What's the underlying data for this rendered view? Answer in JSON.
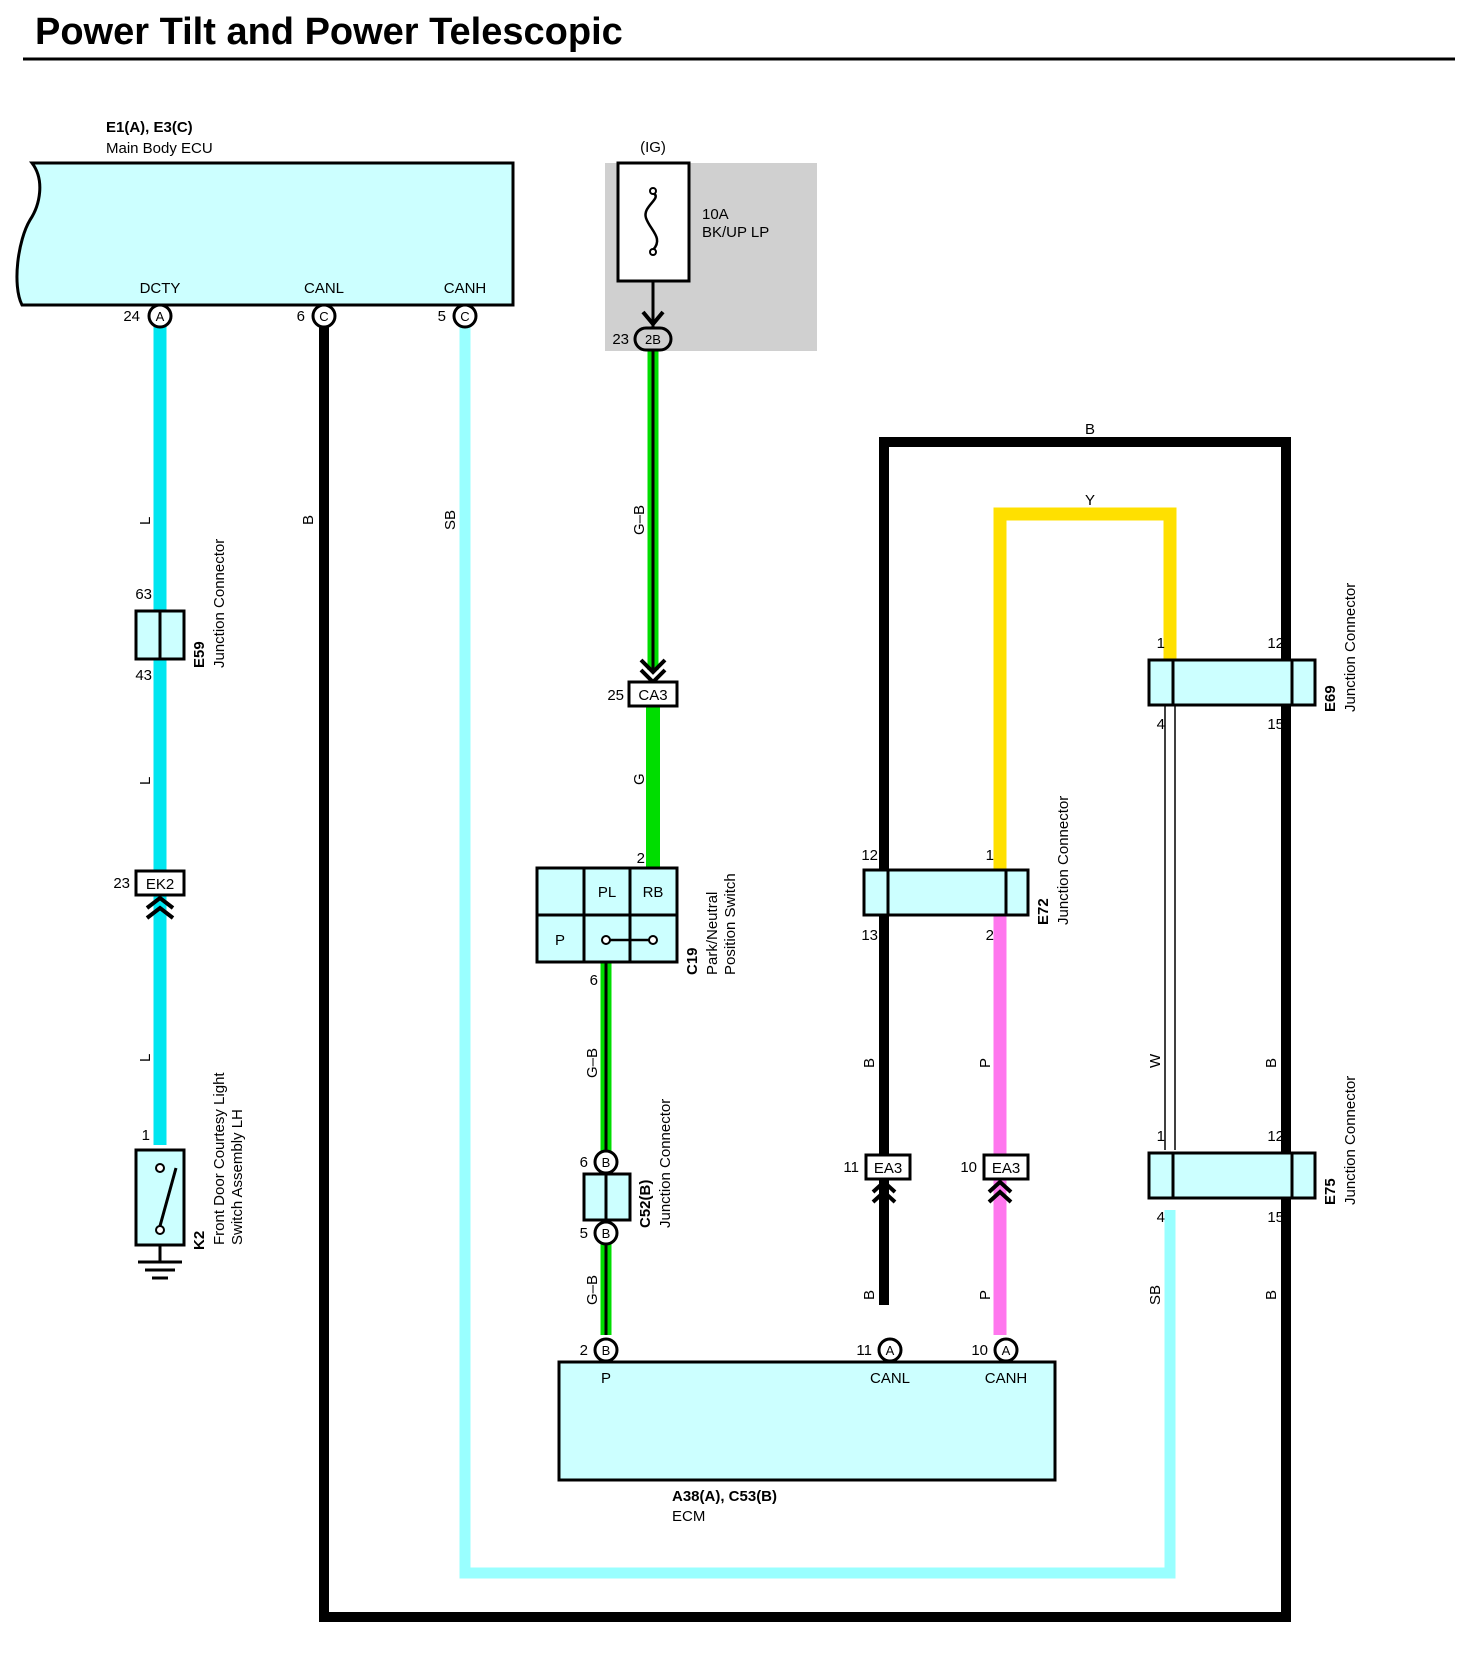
{
  "title": "Power Tilt and Power Telescopic",
  "colors": {
    "L": "#00e6f0",
    "B": "#000000",
    "SB": "#99ffff",
    "G": "#00dd00",
    "Y": "#ffe000",
    "P": "#ff77ee",
    "W": "#ffffff",
    "component_fill": "#ccffff",
    "power_box": "#d0d0d0"
  },
  "components": {
    "main_ecu": {
      "code": "E1(A), E3(C)",
      "name": "Main Body ECU",
      "pins": [
        "DCTY",
        "CANL",
        "CANH"
      ],
      "pin_numbers": [
        "24",
        "6",
        "5"
      ],
      "connector_letters": [
        "A",
        "C",
        "C"
      ]
    },
    "fuse": {
      "source": "(IG)",
      "rating": "10A",
      "name": "BK/UP LP",
      "pin_number": "23",
      "connector": "2B"
    },
    "e59": {
      "code": "E59",
      "name": "Junction Connector",
      "pin_top": "63",
      "pin_bottom": "43"
    },
    "ek2": {
      "code": "EK2",
      "pin": "23"
    },
    "k2": {
      "code": "K2",
      "name_line1": "Front Door Courtesy Light",
      "name_line2": "Switch Assembly LH",
      "pin": "1"
    },
    "ca3": {
      "code": "CA3",
      "pin": "25"
    },
    "c19": {
      "code": "C19",
      "name_line1": "Park/Neutral",
      "name_line2": "Position Switch",
      "pin_top": "2",
      "pin_bottom": "6",
      "cells": [
        "PL",
        "RB",
        "P"
      ]
    },
    "c52": {
      "code": "C52(B)",
      "name": "Junction Connector",
      "pin_top": "6",
      "pin_bottom": "5",
      "letter": "B"
    },
    "e72": {
      "code": "E72",
      "name": "Junction Connector",
      "pins": [
        "12",
        "1",
        "13",
        "2"
      ]
    },
    "e69": {
      "code": "E69",
      "name": "Junction Connector",
      "pins": [
        "1",
        "12",
        "4",
        "15"
      ]
    },
    "e75": {
      "code": "E75",
      "name": "Junction Connector",
      "pins": [
        "1",
        "12",
        "4",
        "15"
      ]
    },
    "ea3_left": {
      "code": "EA3",
      "pin": "11"
    },
    "ea3_right": {
      "code": "EA3",
      "pin": "10"
    },
    "ecm": {
      "code": "A38(A), C53(B)",
      "name": "ECM",
      "pins": [
        "P",
        "CANL",
        "CANH"
      ],
      "pin_numbers": [
        "2",
        "11",
        "10"
      ],
      "connector_letters": [
        "B",
        "A",
        "A"
      ]
    }
  },
  "wires": {
    "dcty_upper": "L",
    "dcty_mid": "L",
    "dcty_lower": "L",
    "canl_main": "B",
    "canh_main": "SB",
    "fuse_out": "G–B",
    "ca3_out": "G",
    "c19_out": "G–B",
    "c52_out": "G–B",
    "loop_top": "B",
    "loop_y": "Y",
    "e72_canl_out": "B",
    "e72_canh_out": "P",
    "ea3_canl_out": "B",
    "ea3_canh_out": "P",
    "e69_e75_w": "W",
    "e69_e75_b": "B",
    "e75_sb_out": "SB",
    "e75_b_out": "B"
  }
}
